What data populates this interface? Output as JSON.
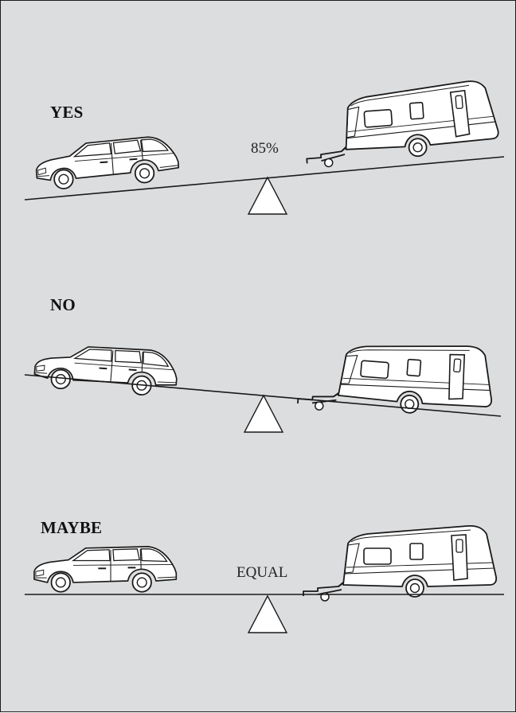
{
  "panels": [
    {
      "id": "yes",
      "verdict": "YES",
      "annotation": "85%"
    },
    {
      "id": "no",
      "verdict": "NO",
      "annotation": ""
    },
    {
      "id": "maybe",
      "verdict": "MAYBE",
      "annotation": "EQUAL"
    }
  ],
  "colors": {
    "background": "#dcdddf",
    "line": "#1a1a1a",
    "fill": "#ffffff"
  }
}
